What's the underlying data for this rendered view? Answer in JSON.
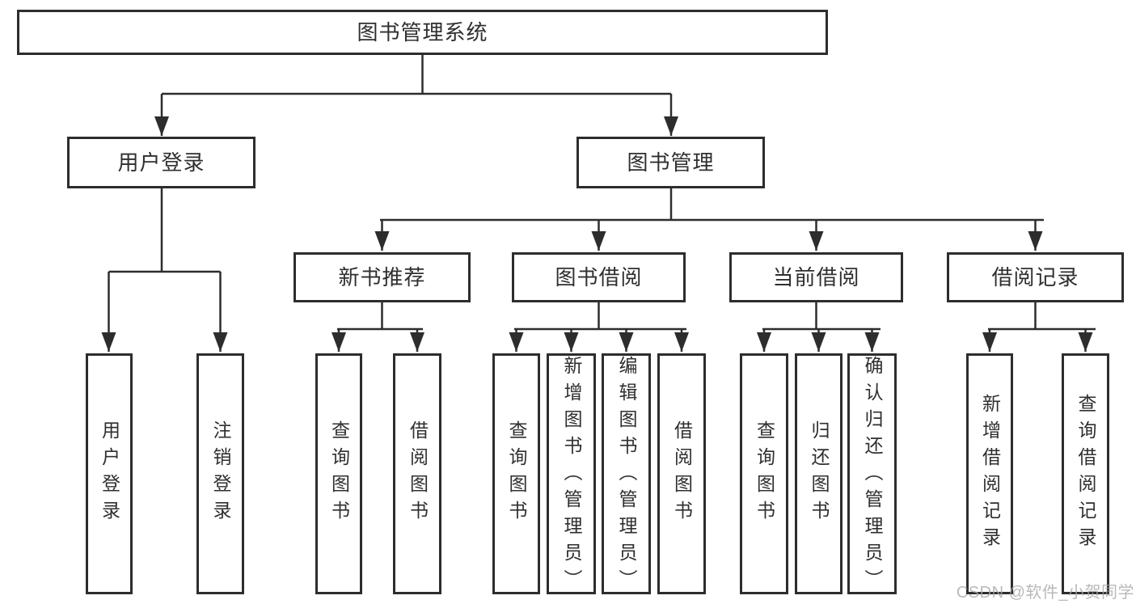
{
  "tree": {
    "root": {
      "label": "图书管理系统"
    },
    "branches": [
      {
        "label": "用户登录",
        "leaves": [
          {
            "label": "用户登录"
          },
          {
            "label": "注销登录"
          }
        ]
      },
      {
        "label": "图书管理",
        "groups": [
          {
            "label": "新书推荐",
            "leaves": [
              {
                "label": "查询图书"
              },
              {
                "label": "借阅图书"
              }
            ]
          },
          {
            "label": "图书借阅",
            "leaves": [
              {
                "label": "查询图书"
              },
              {
                "label": "新增图书（管理员）"
              },
              {
                "label": "编辑图书（管理员）"
              },
              {
                "label": "借阅图书"
              }
            ]
          },
          {
            "label": "当前借阅",
            "leaves": [
              {
                "label": "查询图书"
              },
              {
                "label": "归还图书"
              },
              {
                "label": "确认归还（管理员）"
              }
            ]
          },
          {
            "label": "借阅记录",
            "leaves": [
              {
                "label": "新增借阅记录"
              },
              {
                "label": "查询借阅记录"
              }
            ]
          }
        ]
      }
    ]
  },
  "watermark": {
    "text": "CSDN @软件_小贺同学"
  },
  "colors": {
    "line": "#2d2d2d",
    "text": "#2f2f2f",
    "background": "#ffffff",
    "watermark": "#a8a8a8"
  }
}
